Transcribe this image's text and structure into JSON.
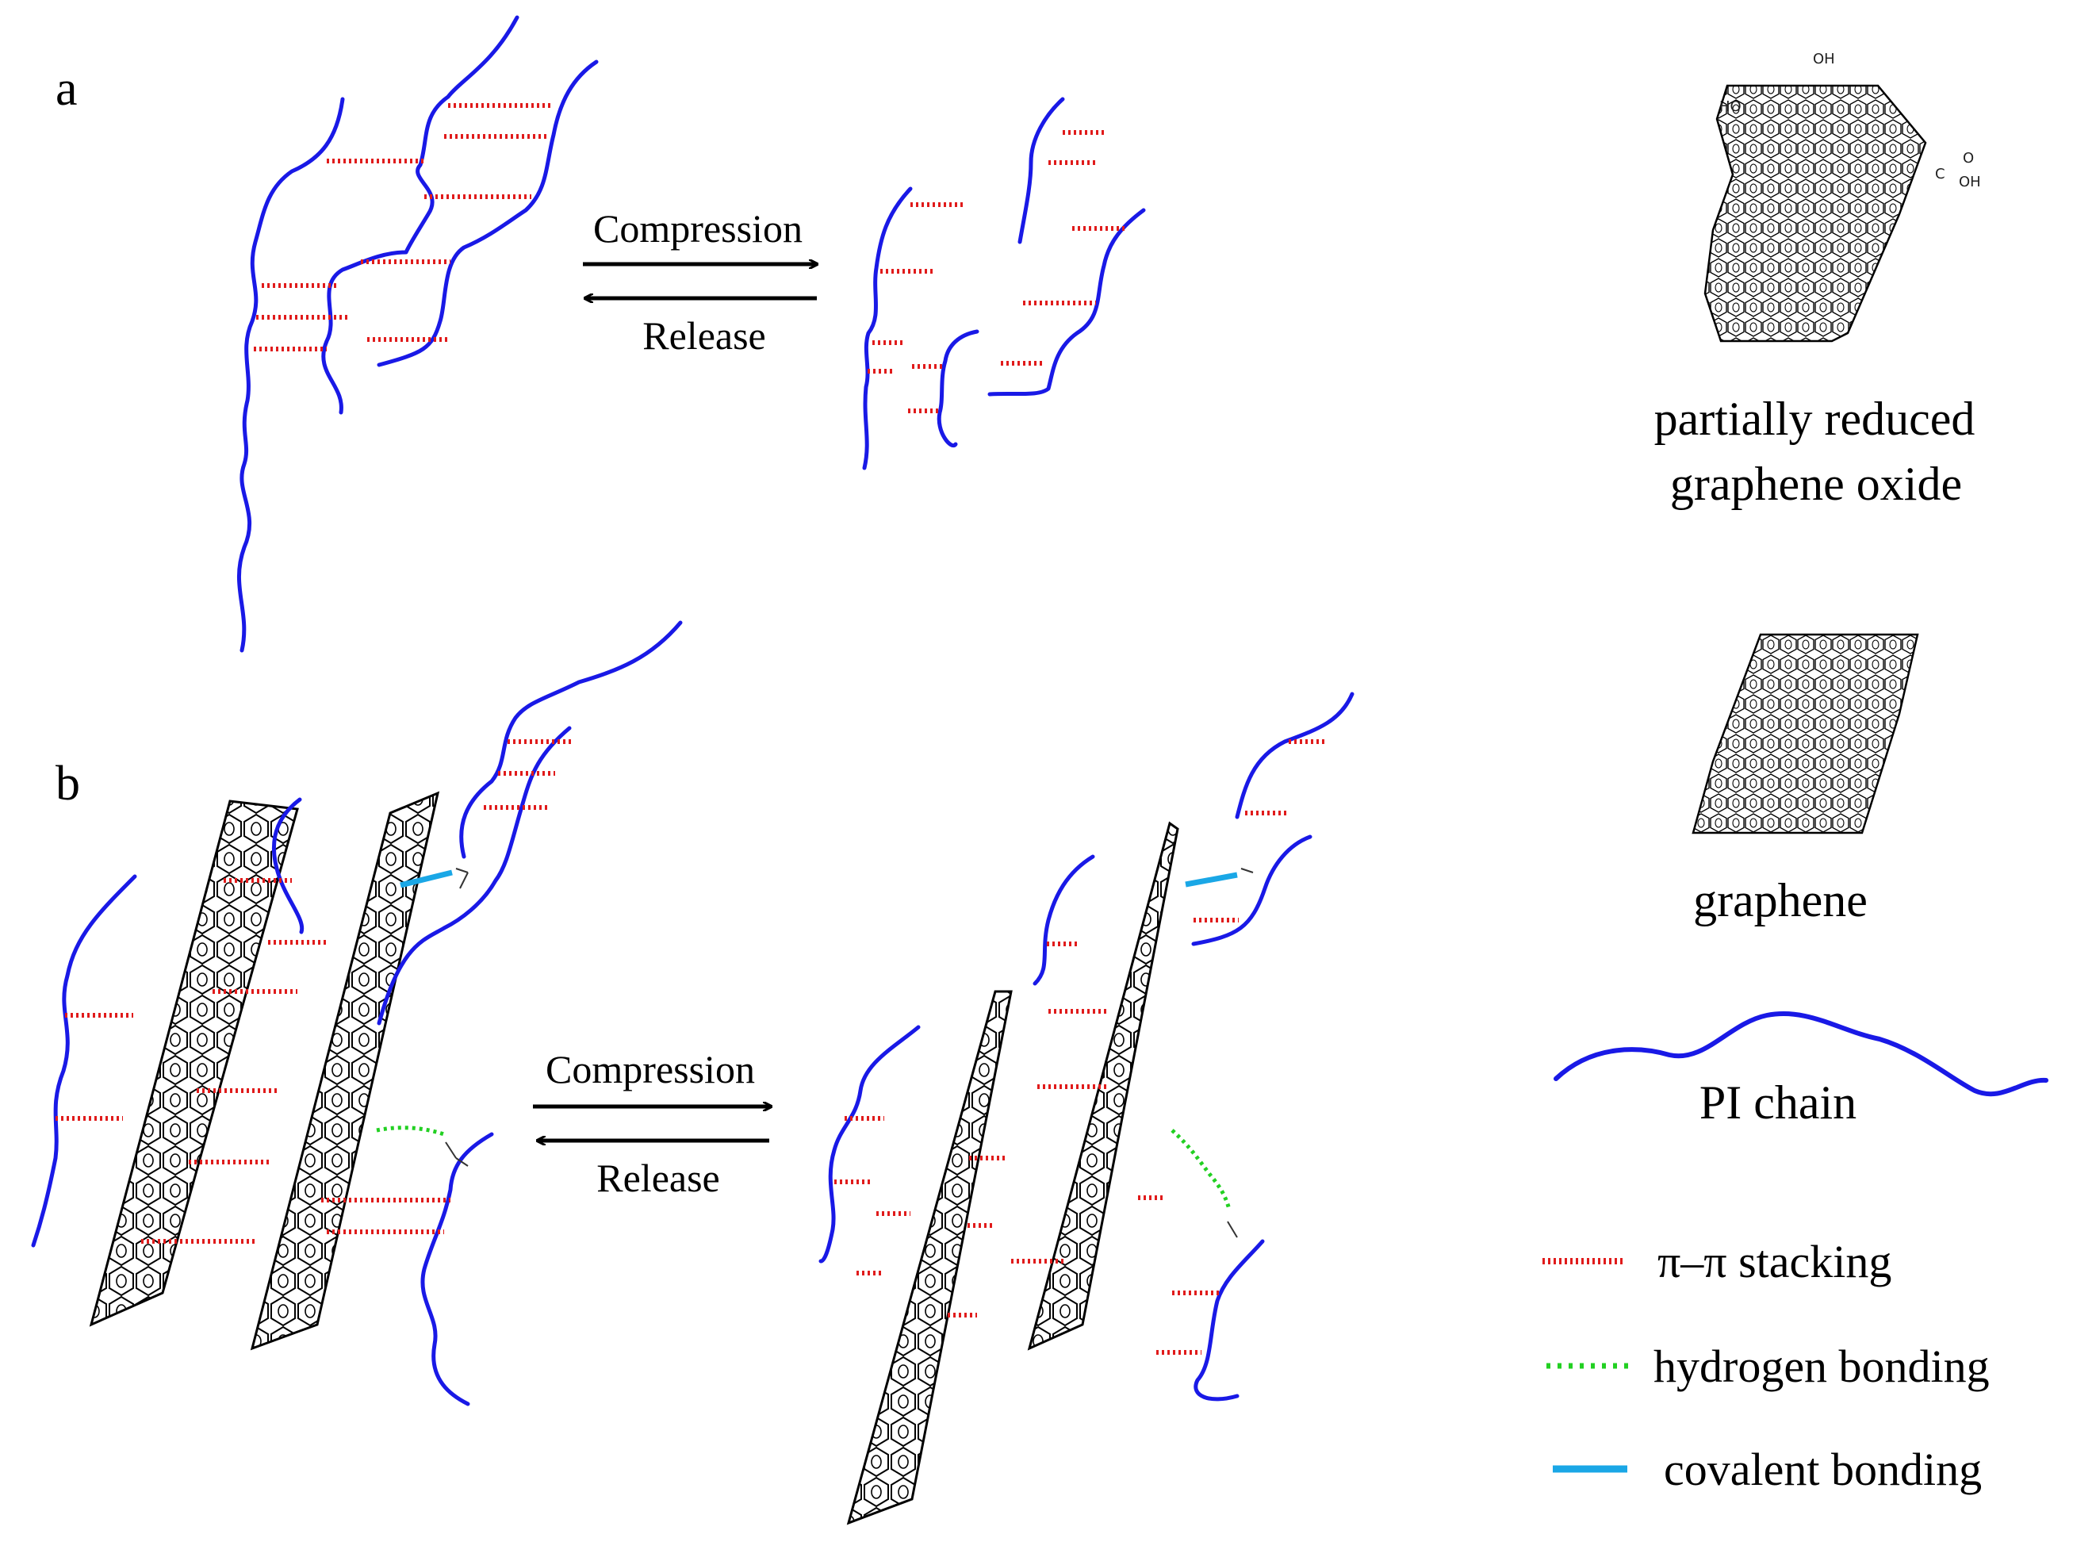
{
  "panels": {
    "a": {
      "label": "a",
      "forward_label": "Compression",
      "reverse_label": "Release"
    },
    "b": {
      "label": "b",
      "forward_label": "Compression",
      "reverse_label": "Release"
    }
  },
  "legend": {
    "prgo": {
      "line1": "partially reduced",
      "line2": "graphene oxide",
      "groups": [
        "OH",
        "HO",
        "O",
        "C",
        "OH"
      ]
    },
    "graphene": {
      "label": "graphene"
    },
    "pi_chain": {
      "label": "PI chain"
    },
    "bonds": [
      {
        "name": "pi-pi",
        "label": "π–π stacking",
        "color": "#e01b1b"
      },
      {
        "name": "hydrogen",
        "label": "hydrogen bonding",
        "color": "#22d022"
      },
      {
        "name": "covalent",
        "label": "covalent bonding",
        "color": "#1aa7e6"
      }
    ]
  },
  "colors": {
    "chain": "#1919e6",
    "pi": "#e01b1b",
    "hbond": "#22d022",
    "covalent": "#1aa7e6"
  }
}
